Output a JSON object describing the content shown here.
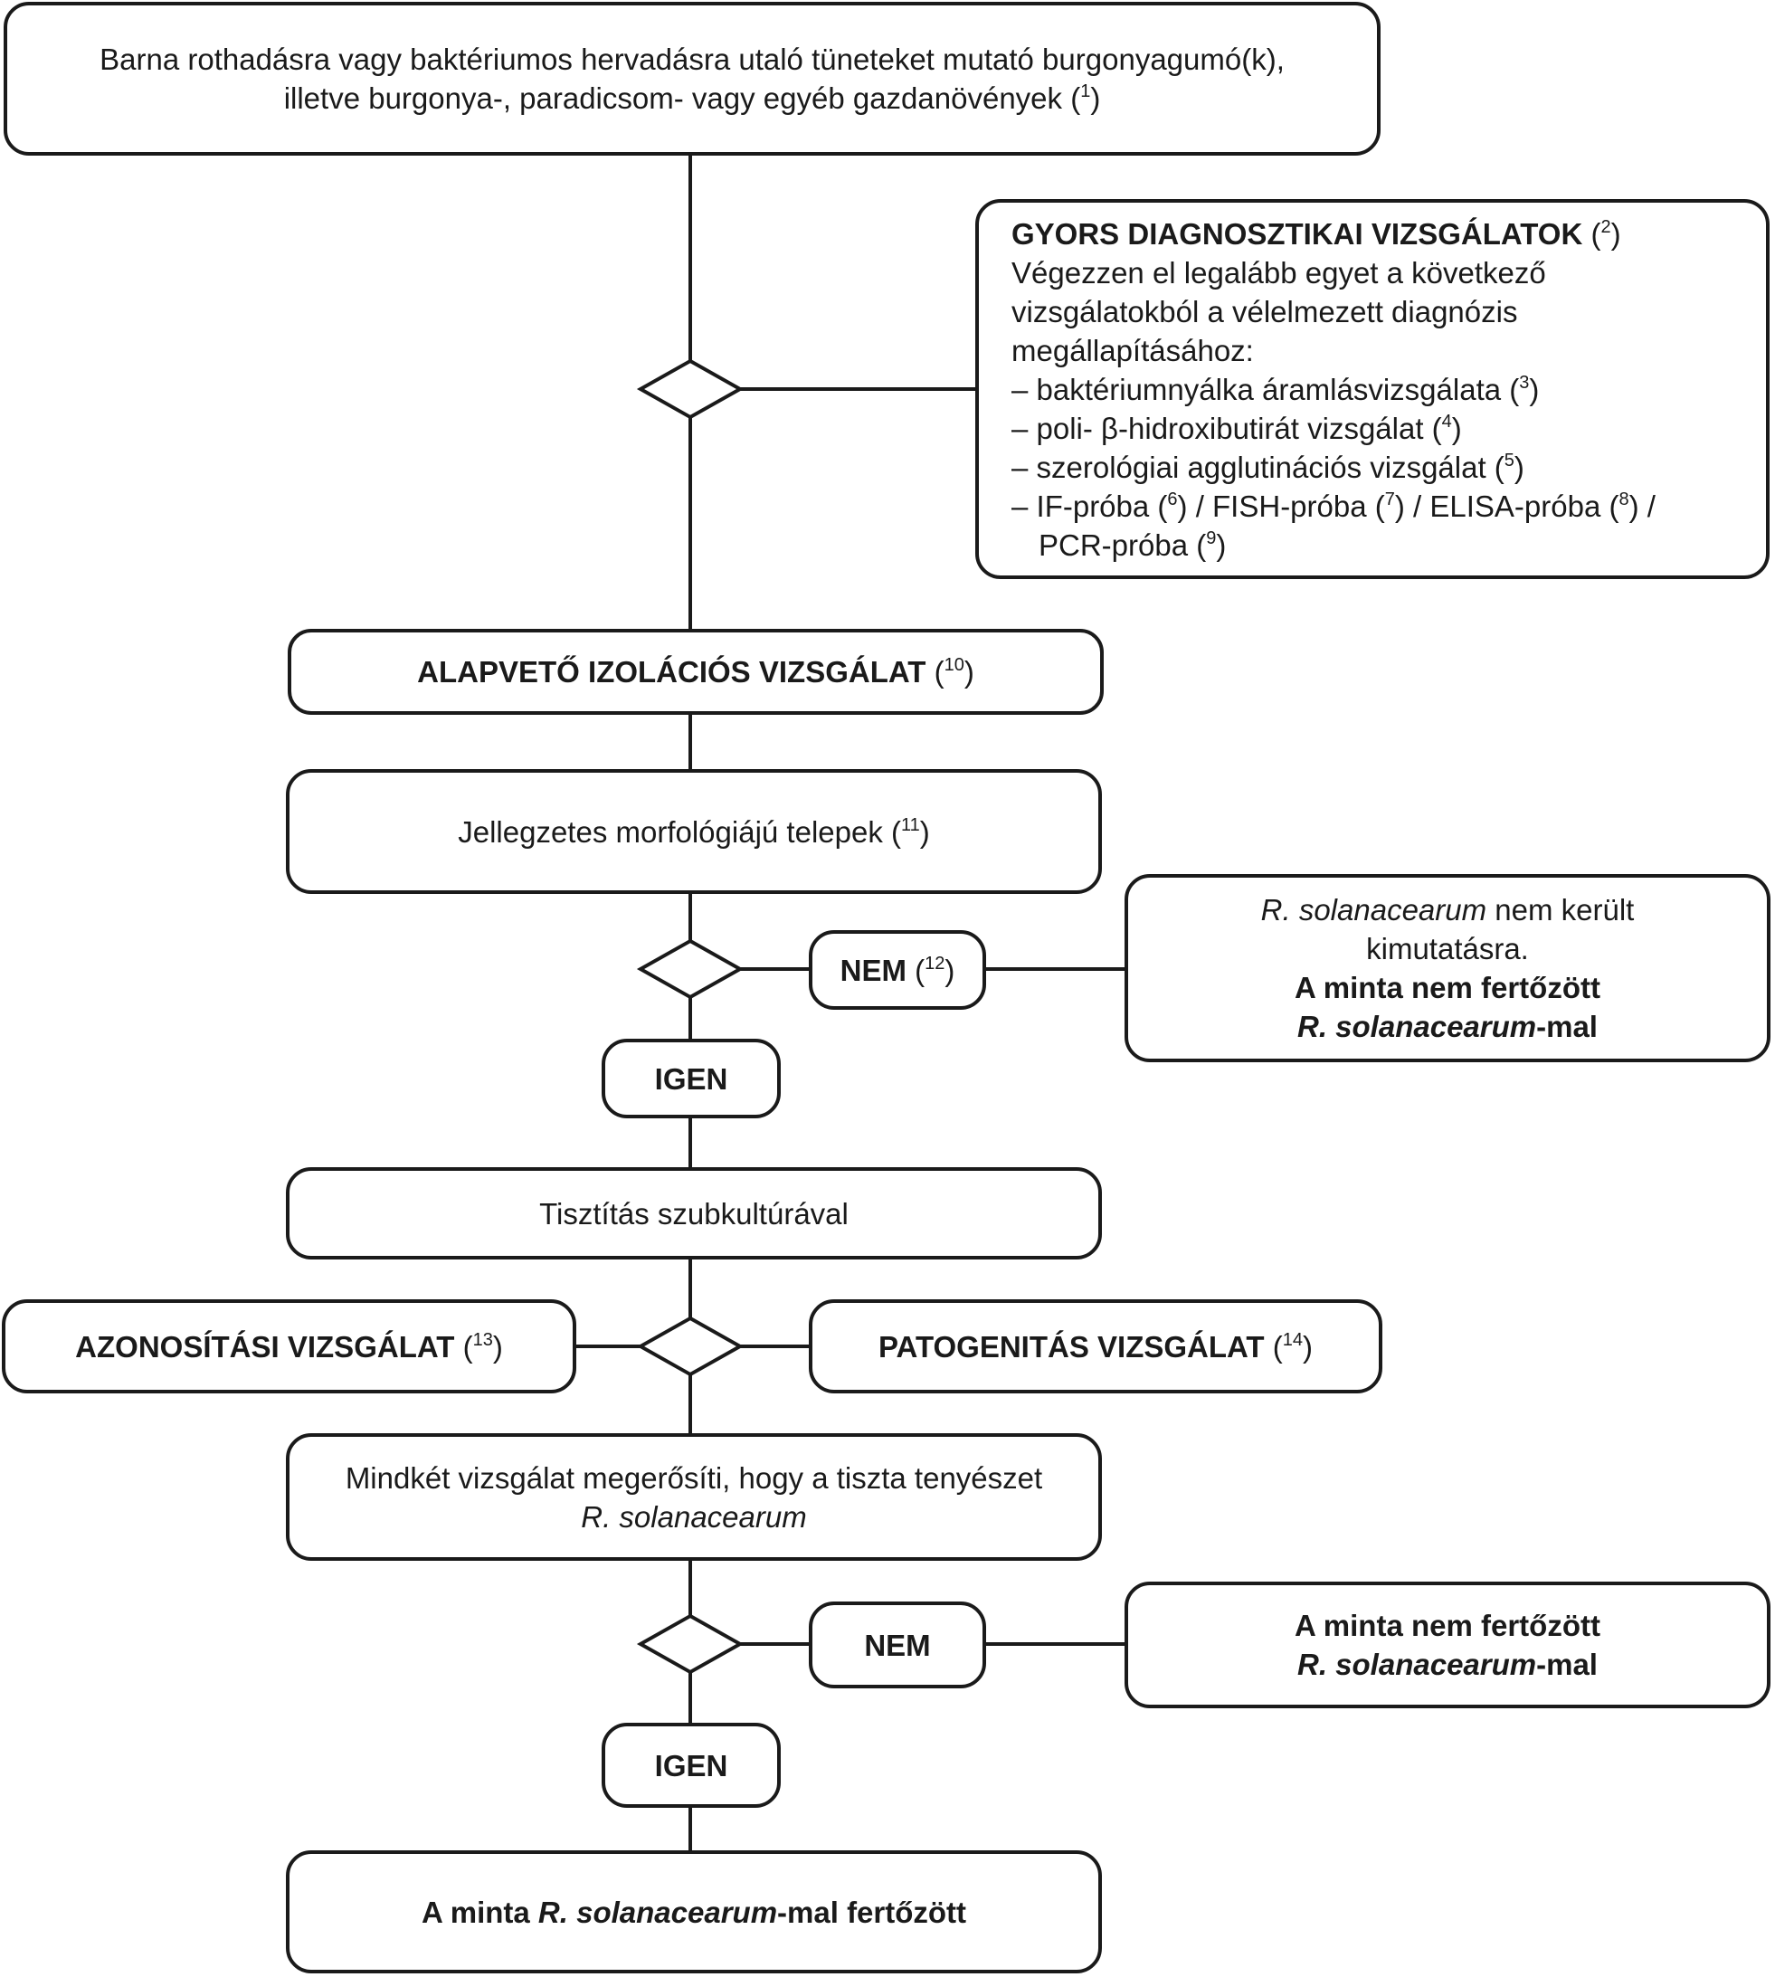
{
  "start": {
    "line1": "Barna rothadásra vagy baktériumos hervadásra utaló tüneteket mutató burgonyagumó(k),",
    "line2": "illetve burgonya-, paradicsom- vagy egyéb gazdanövények (",
    "note": "1",
    "close": ")"
  },
  "rapid": {
    "title": "GYORS DIAGNOSZTIKAI VIZSGÁLATOK",
    "title_note": "2",
    "intro1": "Végezzen el legalább egyet a következő",
    "intro2": "vizsgálatokból a vélelmezett diagnózis",
    "intro3": "megállapításához:",
    "items": [
      {
        "text": "– baktériumnyálka áramlásvizsgálata (",
        "note": "3",
        "close": ")"
      },
      {
        "text": "– poli- β-hidroxibutirát vizsgálat (",
        "note": "4",
        "close": ")"
      },
      {
        "text": "– szerológiai agglutinációs vizsgálat (",
        "note": "5",
        "close": ")"
      }
    ],
    "last": {
      "a": "– IF-próba (",
      "a_note": "6",
      "b": ") / FISH-próba (",
      "b_note": "7",
      "c": ") / ELISA-próba (",
      "c_note": "8",
      "d": ") /",
      "e": "PCR-próba (",
      "e_note": "9",
      "f": ")"
    }
  },
  "isolation": {
    "label": "ALAPVETŐ IZOLÁCIÓS VIZSGÁLAT",
    "open": " (",
    "note": "10",
    "close": ")"
  },
  "colonies": {
    "label": "Jellegzetes morfológiájú telepek (",
    "note": "11",
    "close": ")"
  },
  "no1": {
    "label": "NEM",
    "open": " (",
    "note": "12",
    "close": ")"
  },
  "result_neg1": {
    "italic": "R. solanacearum",
    "line1_rest": " nem került",
    "line2": "kimutatásra.",
    "line3": "A minta nem fertőzött",
    "line4_italic": "R. solanacearum",
    "line4_rest": "-mal"
  },
  "yes1": {
    "label": "IGEN"
  },
  "purify": {
    "label": "Tisztítás szubkultúrával"
  },
  "ident": {
    "label": "AZONOSÍTÁSI VIZSGÁLAT",
    "open": " (",
    "note": "13",
    "close": ")"
  },
  "patho": {
    "label": "PATOGENITÁS VIZSGÁLAT",
    "open": " (",
    "note": "14",
    "close": ")"
  },
  "confirm": {
    "line1": "Mindkét vizsgálat megerősíti, hogy a tiszta tenyészet",
    "line2_italic": "R. solanacearum"
  },
  "no2": {
    "label": "NEM"
  },
  "result_neg2": {
    "line1": "A minta nem fertőzött",
    "line2_italic": "R. solanacearum",
    "line2_rest": "-mal"
  },
  "yes2": {
    "label": "IGEN"
  },
  "final": {
    "prefix": "A minta ",
    "italic": "R. solanacearum",
    "suffix": "-mal fertőzött"
  }
}
